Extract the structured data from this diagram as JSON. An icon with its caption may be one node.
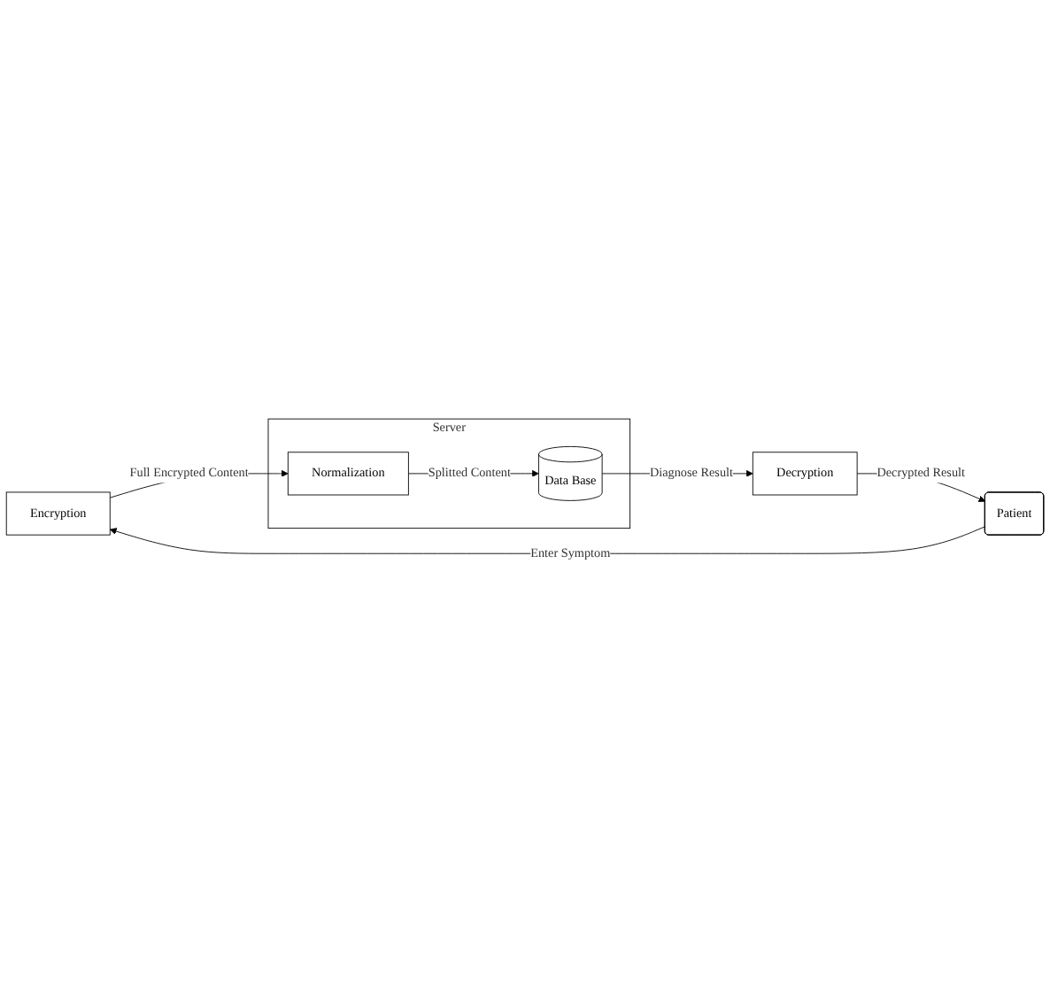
{
  "diagram": {
    "nodes": [
      {
        "text": [
          "Encryption"
        ]
      },
      {
        "text": [
          "Server"
        ]
      },
      {
        "text": [
          "Normalization"
        ],
        "in": 1
      },
      {
        "text": [
          "Patient"
        ]
      },
      {
        "text": [
          "Data Base"
        ],
        "in": 1
      },
      {
        "text": [
          "Decryption"
        ]
      }
    ],
    "edges": [
      {
        "from": 3,
        "to": 0,
        "arrow": "to",
        "label": "Enter Symptom"
      },
      {
        "from": 0,
        "to": 2,
        "arrow": "to",
        "label": "Full Encrypted Content"
      },
      {
        "from": 2,
        "to": 4,
        "arrow": "to",
        "label": "Splitted Content"
      },
      {
        "from": 4,
        "to": 5,
        "arrow": "to",
        "label": "Diagnose Result"
      },
      {
        "from": 5,
        "to": 3,
        "arrow": "to",
        "label": "Decrypted Result"
      }
    ]
  }
}
